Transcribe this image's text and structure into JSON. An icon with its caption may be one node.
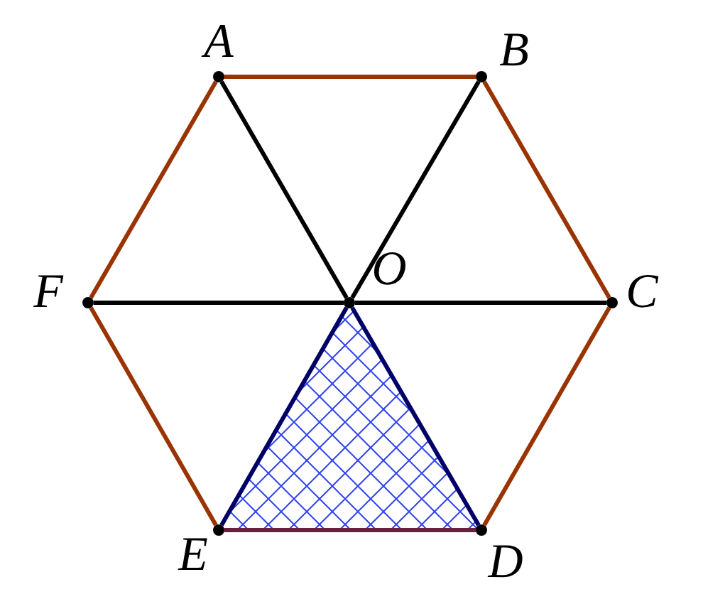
{
  "diagram": {
    "nodes": [
      {
        "text": [],
        "shape": "circle",
        "beside": [
          "A"
        ]
      },
      {
        "text": [],
        "shape": "circle",
        "beside": [
          "B"
        ]
      },
      {
        "text": [],
        "shape": "circle",
        "beside": [
          "C"
        ]
      },
      {
        "text": [],
        "shape": "circle",
        "beside": [
          "D"
        ]
      },
      {
        "text": [],
        "shape": "circle",
        "beside": [
          "E"
        ]
      },
      {
        "text": [],
        "shape": "circle",
        "beside": [
          "F"
        ]
      },
      {
        "text": [],
        "shape": "circle",
        "beside": [
          "O"
        ]
      }
    ],
    "edges": [
      {
        "from": 0,
        "to": 1,
        "arrow": "none",
        "color": "#993300"
      },
      {
        "from": 1,
        "to": 2,
        "arrow": "none",
        "color": "#993300"
      },
      {
        "from": 2,
        "to": 3,
        "arrow": "none",
        "color": "#993300"
      },
      {
        "from": 3,
        "to": 4,
        "arrow": "none",
        "color": "#6b1f3a"
      },
      {
        "from": 4,
        "to": 5,
        "arrow": "none",
        "color": "#993300"
      },
      {
        "from": 5,
        "to": 0,
        "arrow": "none",
        "color": "#993300"
      },
      {
        "from": 0,
        "to": 6,
        "arrow": "none",
        "color": "#000000"
      },
      {
        "from": 1,
        "to": 6,
        "arrow": "none",
        "color": "#000000"
      },
      {
        "from": 5,
        "to": 6,
        "arrow": "none",
        "color": "#000000"
      },
      {
        "from": 6,
        "to": 2,
        "arrow": "none",
        "color": "#000000"
      },
      {
        "from": 6,
        "to": 4,
        "arrow": "none",
        "color": "#000066"
      },
      {
        "from": 6,
        "to": 3,
        "arrow": "none",
        "color": "#000066"
      }
    ]
  }
}
